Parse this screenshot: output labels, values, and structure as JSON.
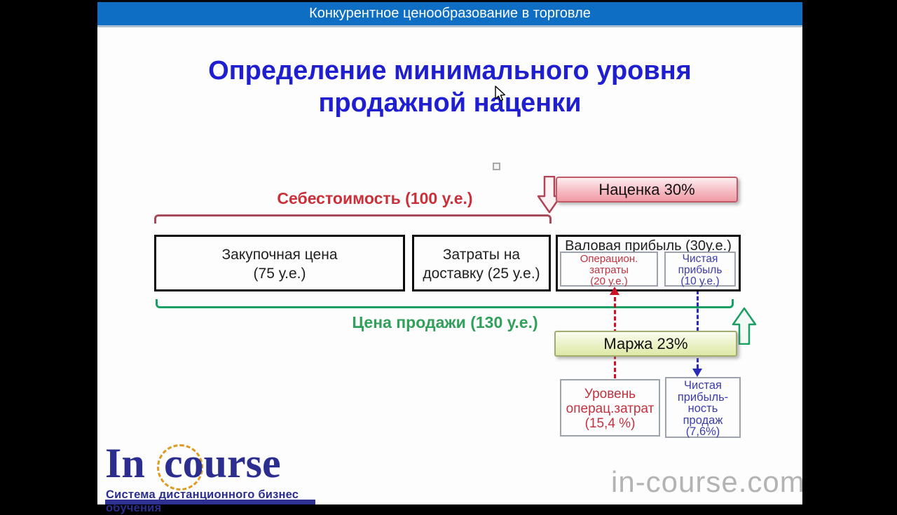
{
  "top_bar": {
    "title": "Конкурентное ценообразование в торговле",
    "bg_color": "#0d6ec3",
    "text_color": "#ffffff"
  },
  "slide_title": {
    "lines": [
      "Определение минимального уровня",
      "продажной наценки"
    ],
    "color": "#1f1fd0"
  },
  "cost_bracket": {
    "label": "Себестоимость (100 у.е.)",
    "label_color": "#c93038",
    "bracket_color": "#a64a5c"
  },
  "price_bracket": {
    "label": "Цена продажи (130 у.е.)",
    "label_color": "#30a05a",
    "bracket_color": "#18a065"
  },
  "badges": {
    "markup": {
      "label": "Наценка 30%",
      "fill": "#f6bcc4",
      "border": "#c25a68"
    },
    "margin": {
      "label": "Маржа 23%",
      "fill": "#e9f0c2",
      "border": "#a0ad6e"
    }
  },
  "boxes": {
    "purchase": {
      "lines": [
        "Закупочная цена",
        "(75 у.е.)"
      ]
    },
    "delivery": {
      "lines": [
        "Затраты на",
        "доставку (25 у.е.)"
      ]
    },
    "gross_profit": {
      "title": "Валовая прибыль (30у.е.)",
      "operating_costs": {
        "lines": [
          "Операцион.",
          "затраты",
          "(20 у.е.)"
        ],
        "color": "#c2323e"
      },
      "net_profit": {
        "lines": [
          "Чистая",
          "прибыль",
          "(10 у.е.)"
        ],
        "color": "#3c3cac"
      }
    }
  },
  "bottom_boxes": {
    "operating_level": {
      "lines": [
        "Уровень",
        "операц.затрат",
        "(15,4 %)"
      ],
      "color": "#c2323e"
    },
    "net_profitability": {
      "lines": [
        "Чистая",
        "прибыль-",
        "ность",
        "продаж",
        "(7,6%)"
      ],
      "color": "#3c3cac"
    }
  },
  "connectors": {
    "red_dashed_color": "#cc1124",
    "blue_dashed_color": "#2a2ab8",
    "red_arrow_direction": "up",
    "blue_arrow_direction": "down"
  },
  "logo": {
    "part1": "In",
    "part2": "course",
    "subtitle": "Система дистанционного бизнес обучения",
    "text_color": "#2b2e8f",
    "ring_color": "#dd9b22"
  },
  "watermark": {
    "text": "in-course.com",
    "color": "#b3b3b3"
  }
}
